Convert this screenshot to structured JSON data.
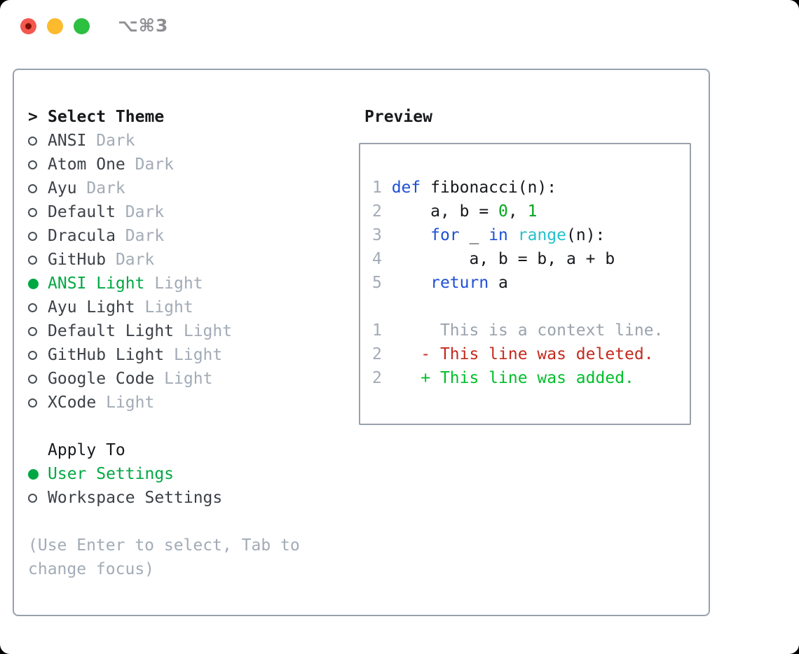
{
  "window": {
    "title": "⌥⌘3",
    "traffic_lights": [
      "close",
      "minimize",
      "zoom"
    ]
  },
  "colors": {
    "selected_green": "#00a843",
    "keyword_blue": "#1e4fd6",
    "builtin_cyan": "#24c2cc",
    "number_green": "#00a81c",
    "deleted_red": "#c5291d",
    "added_green": "#00bf2a",
    "muted_gray": "#a2abb6",
    "border_gray": "#98a1ab",
    "item_dark": "#3c4147"
  },
  "theme_section": {
    "prefix": ">",
    "header": "Select Theme",
    "items": [
      {
        "label": "ANSI",
        "tag": "Dark",
        "selected": false
      },
      {
        "label": "Atom One",
        "tag": "Dark",
        "selected": false
      },
      {
        "label": "Ayu",
        "tag": "Dark",
        "selected": false
      },
      {
        "label": "Default",
        "tag": "Dark",
        "selected": false
      },
      {
        "label": "Dracula",
        "tag": "Dark",
        "selected": false
      },
      {
        "label": "GitHub",
        "tag": "Dark",
        "selected": false
      },
      {
        "label": "ANSI Light",
        "tag": "Light",
        "selected": true
      },
      {
        "label": "Ayu Light",
        "tag": "Light",
        "selected": false
      },
      {
        "label": "Default Light",
        "tag": "Light",
        "selected": false
      },
      {
        "label": "GitHub Light",
        "tag": "Light",
        "selected": false
      },
      {
        "label": "Google Code",
        "tag": "Light",
        "selected": false
      },
      {
        "label": "XCode",
        "tag": "Light",
        "selected": false
      }
    ]
  },
  "apply_section": {
    "header": "Apply To",
    "items": [
      {
        "label": "User Settings",
        "selected": true
      },
      {
        "label": "Workspace Settings",
        "selected": false
      }
    ]
  },
  "help_text": "(Use Enter to select, Tab to change focus)",
  "preview": {
    "header": "Preview",
    "lines": [
      {
        "tokens": [
          {
            "t": "1 ",
            "c": "ln"
          },
          {
            "t": "def",
            "c": "kw"
          },
          {
            "t": " fibonacci(n):",
            "c": "pl"
          }
        ]
      },
      {
        "tokens": [
          {
            "t": "2 ",
            "c": "ln"
          },
          {
            "t": "    a, b = ",
            "c": "pl"
          },
          {
            "t": "0",
            "c": "gr"
          },
          {
            "t": ", ",
            "c": "pl"
          },
          {
            "t": "1",
            "c": "gr"
          }
        ]
      },
      {
        "tokens": [
          {
            "t": "3 ",
            "c": "ln"
          },
          {
            "t": "    ",
            "c": "pl"
          },
          {
            "t": "for",
            "c": "kw"
          },
          {
            "t": " _ ",
            "c": "pl"
          },
          {
            "t": "in",
            "c": "kw"
          },
          {
            "t": " ",
            "c": "pl"
          },
          {
            "t": "range",
            "c": "cy"
          },
          {
            "t": "(n):",
            "c": "pl"
          }
        ]
      },
      {
        "tokens": [
          {
            "t": "4 ",
            "c": "ln"
          },
          {
            "t": "        a, b = b, a + b",
            "c": "pl"
          }
        ]
      },
      {
        "tokens": [
          {
            "t": "5 ",
            "c": "ln"
          },
          {
            "t": "    ",
            "c": "pl"
          },
          {
            "t": "return",
            "c": "kw"
          },
          {
            "t": " a",
            "c": "pl"
          }
        ]
      },
      {
        "tokens": []
      },
      {
        "tokens": [
          {
            "t": "1 ",
            "c": "ln"
          },
          {
            "t": "     This is a context line.",
            "c": "ctx"
          }
        ]
      },
      {
        "tokens": [
          {
            "t": "2 ",
            "c": "ln"
          },
          {
            "t": "   ",
            "c": "pl"
          },
          {
            "t": "- This line was deleted.",
            "c": "del"
          }
        ]
      },
      {
        "tokens": [
          {
            "t": "2 ",
            "c": "ln"
          },
          {
            "t": "   ",
            "c": "pl"
          },
          {
            "t": "+ This line was added.",
            "c": "add"
          }
        ]
      }
    ]
  }
}
